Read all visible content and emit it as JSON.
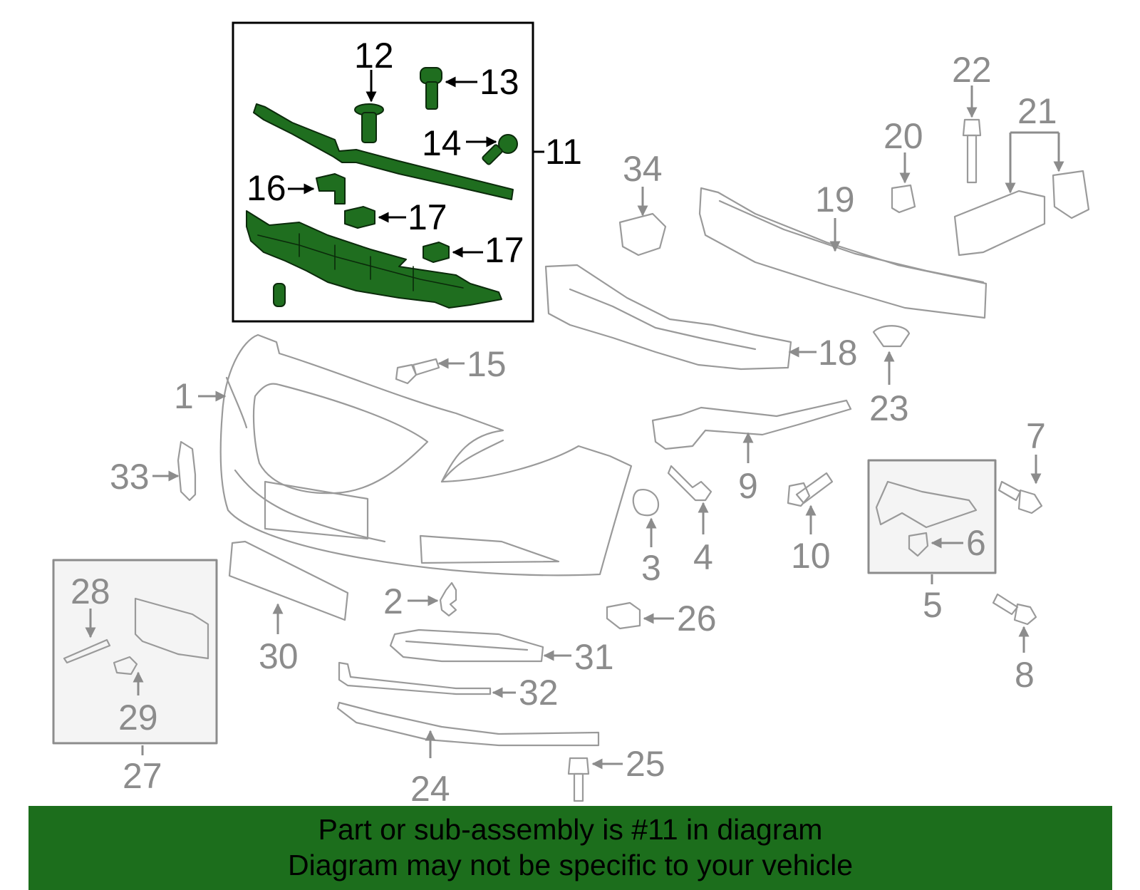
{
  "labels": {
    "p1": "1",
    "p2": "2",
    "p3": "3",
    "p4": "4",
    "p5": "5",
    "p6": "6",
    "p7": "7",
    "p8": "8",
    "p9": "9",
    "p10": "10",
    "p11": "11",
    "p12": "12",
    "p13": "13",
    "p14": "14",
    "p15": "15",
    "p16": "16",
    "p17": "17",
    "p17b": "17",
    "p18": "18",
    "p19": "19",
    "p20": "20",
    "p21": "21",
    "p22": "22",
    "p23": "23",
    "p24": "24",
    "p25": "25",
    "p26": "26",
    "p27": "27",
    "p28": "28",
    "p29": "29",
    "p30": "30",
    "p31": "31",
    "p32": "32",
    "p33": "33",
    "p34": "34"
  },
  "banner": {
    "line1": "Part or sub-assembly is #11 in diagram",
    "line2": "Diagram may not be specific to your vehicle"
  },
  "colors": {
    "highlight": "#1f6e1f",
    "banner": "#1c6e1c",
    "outline": "#9a9a9a"
  }
}
